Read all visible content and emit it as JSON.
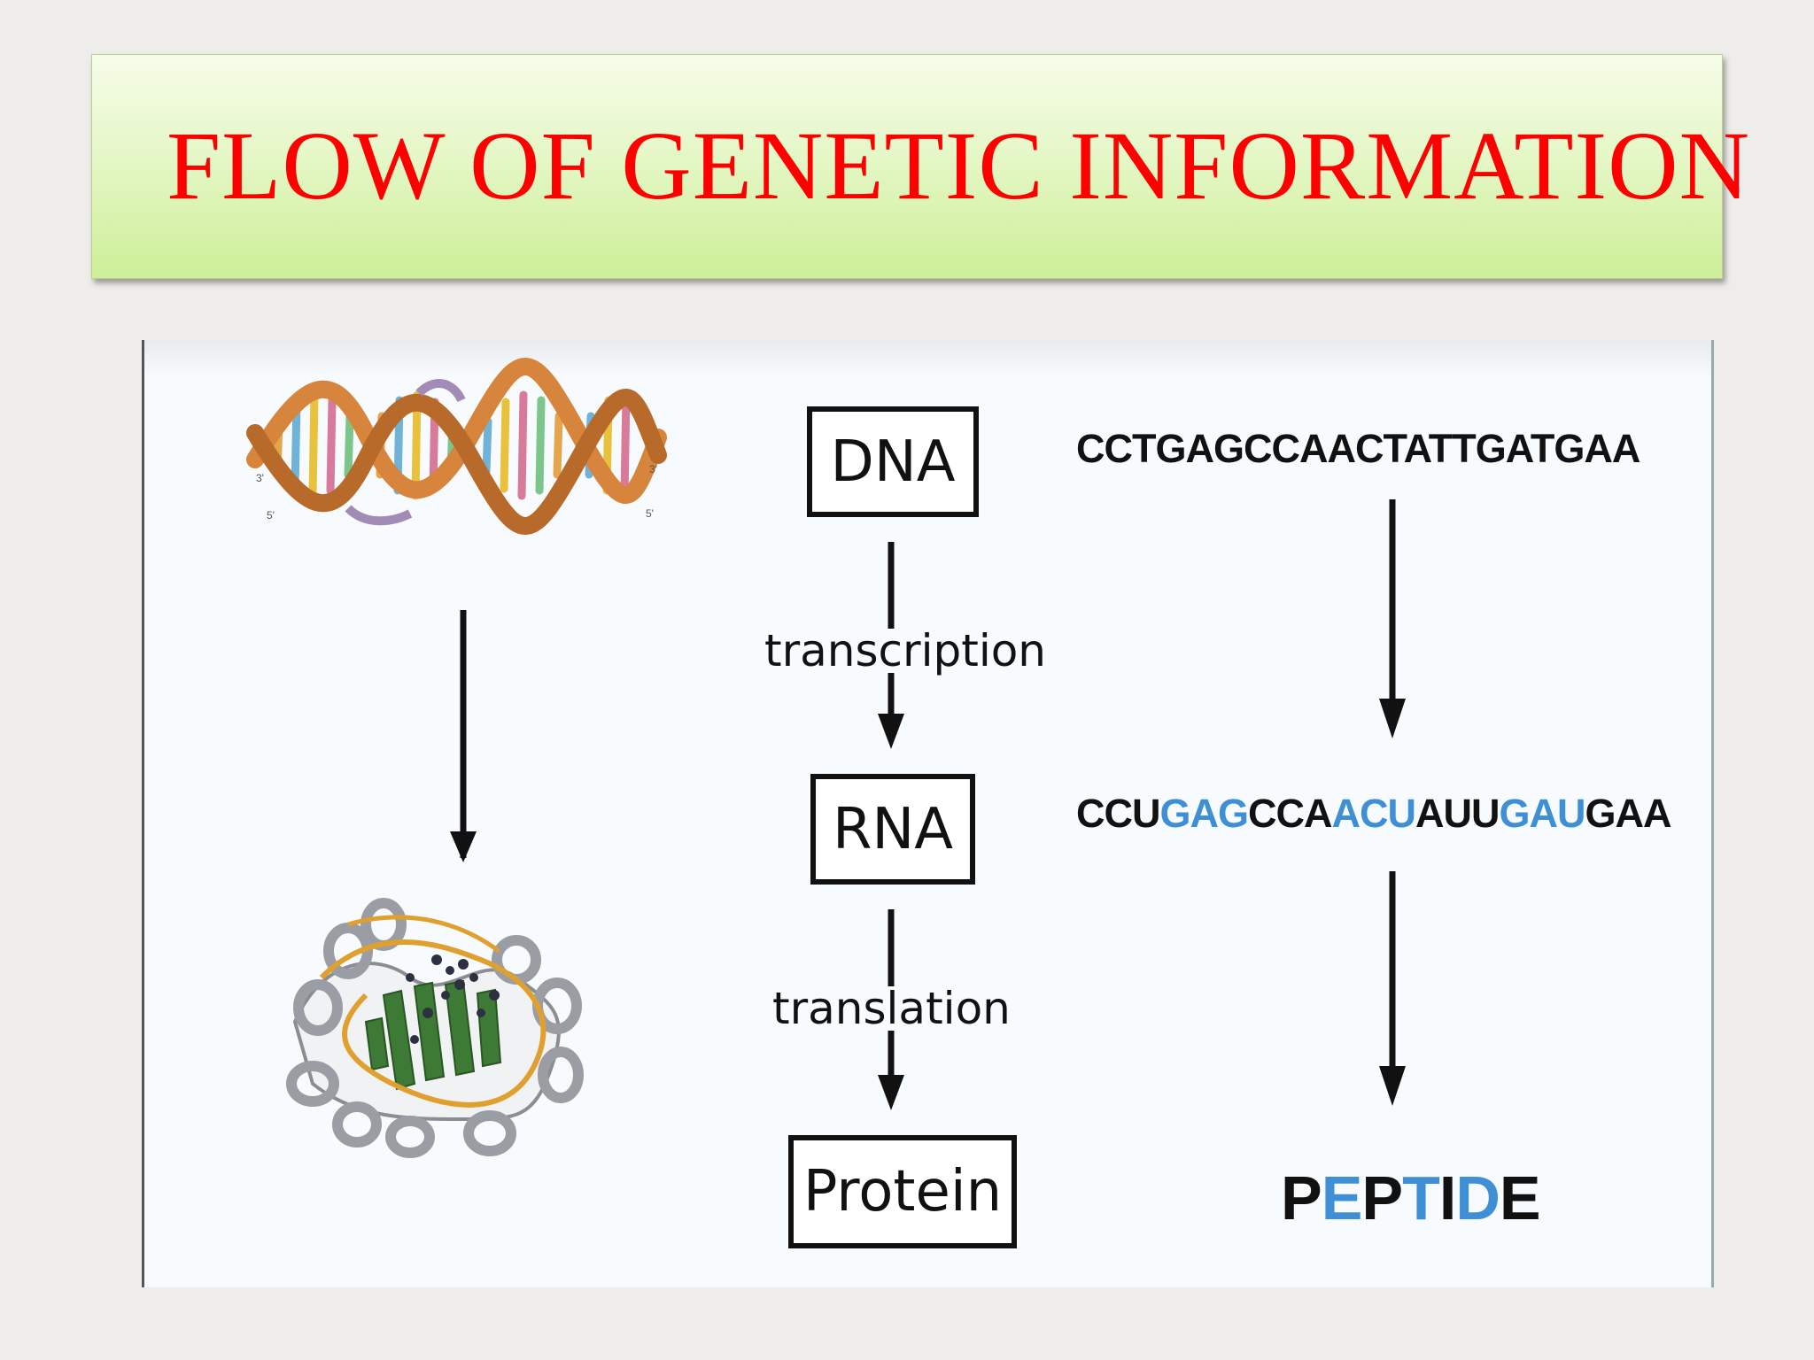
{
  "slide": {
    "title": "FLOW OF GENETIC INFORMATION",
    "title_color": "#ff0000",
    "title_background": "#e5f7c7"
  },
  "diagram": {
    "steps": [
      {
        "label": "DNA"
      },
      {
        "label": "RNA"
      },
      {
        "label": "Protein"
      }
    ],
    "processes": [
      {
        "label": "transcription"
      },
      {
        "label": "translation"
      }
    ],
    "sequences": {
      "dna": "CCTGAGCCAACTATTGATGAA",
      "rna_segments": [
        {
          "text": "CCU",
          "color": "#111111"
        },
        {
          "text": "GAG",
          "color": "#3f8fd6"
        },
        {
          "text": "CCA",
          "color": "#111111"
        },
        {
          "text": "ACU",
          "color": "#3f8fd6"
        },
        {
          "text": "AUU",
          "color": "#111111"
        },
        {
          "text": "GAU",
          "color": "#3f8fd6"
        },
        {
          "text": "GAA",
          "color": "#111111"
        }
      ],
      "peptide_segments": [
        {
          "text": "P",
          "color": "#111111"
        },
        {
          "text": "E",
          "color": "#3f8fd6"
        },
        {
          "text": "P",
          "color": "#111111"
        },
        {
          "text": "T",
          "color": "#3f8fd6"
        },
        {
          "text": "I",
          "color": "#111111"
        },
        {
          "text": "D",
          "color": "#3f8fd6"
        },
        {
          "text": "E",
          "color": "#111111"
        }
      ]
    },
    "illustrations": {
      "top": "dna-double-helix",
      "bottom": "protein-ribbon-structure"
    }
  }
}
